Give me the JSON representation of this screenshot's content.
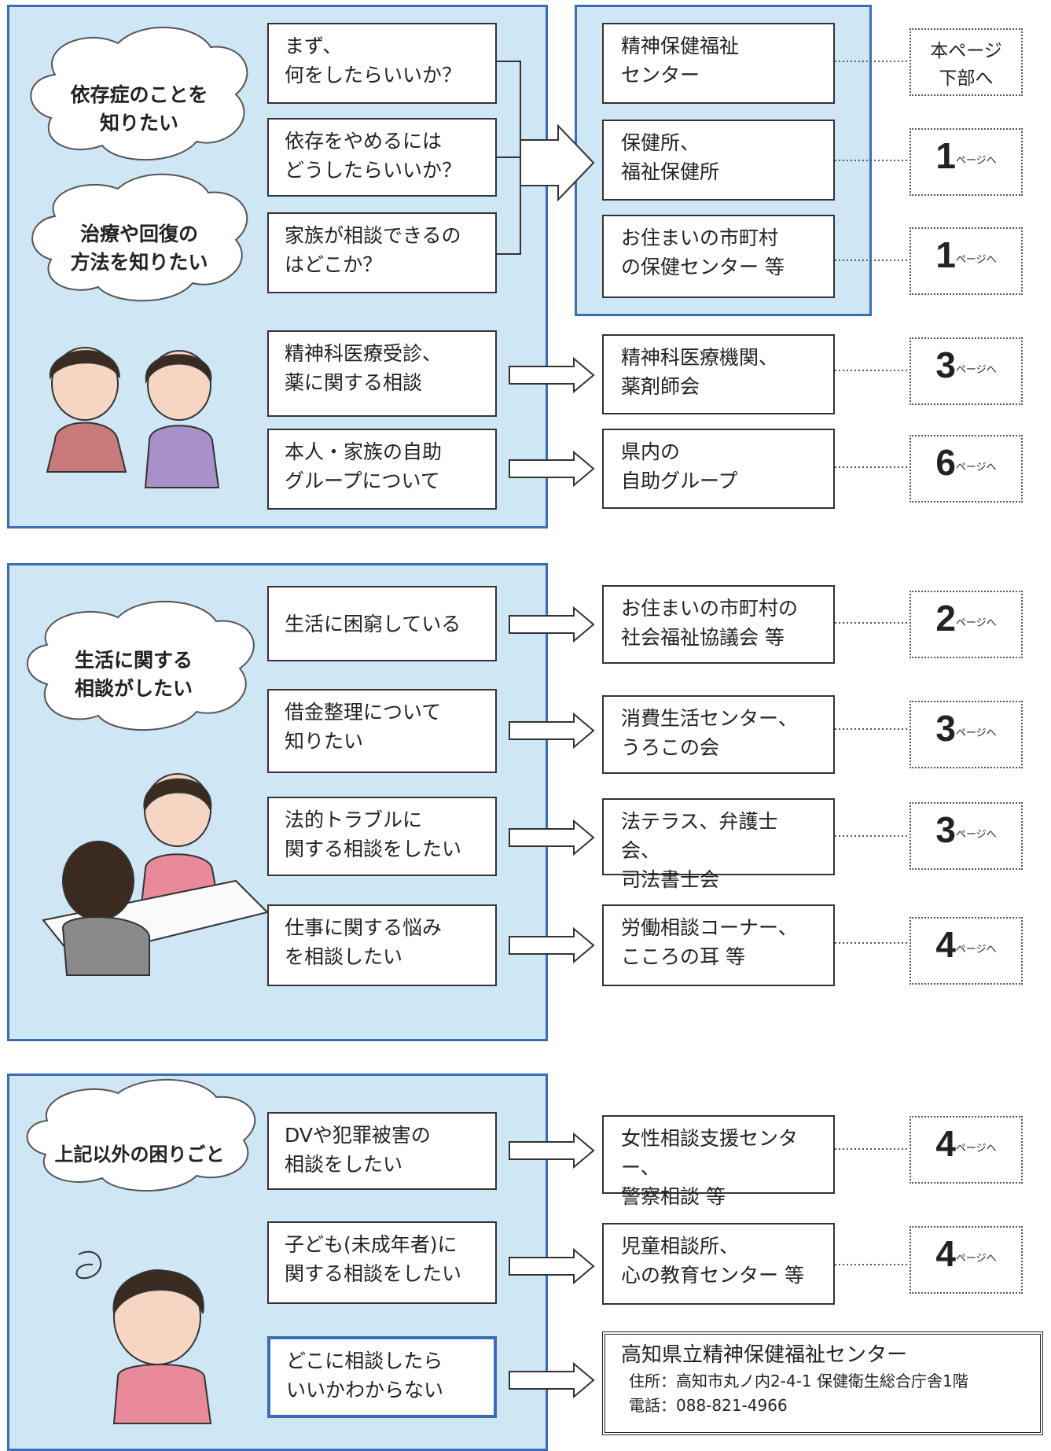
{
  "section1": {
    "clouds": [
      "依存症のことを\n知りたい",
      "治療や回復の\n方法を知りたい"
    ],
    "questions": [
      "まず、\n何をしたらいいか？",
      "依存をやめるには\nどうしたらいいか？",
      "家族が相談できるの\nはどこか？",
      "精神科医療受診、\n薬に関する相談",
      "本人・家族の自助\nグループについて"
    ],
    "destinations": [
      "精神保健福祉\nセンター",
      "保健所、\n福祉保健所",
      "お住まいの市町村\nの保健センター 等",
      "精神科医療機関、\n薬剤師会",
      "県内の\n自助グループ"
    ],
    "pages": [
      "本ページ\n下部へ",
      "1",
      "1",
      "3",
      "6"
    ]
  },
  "section2": {
    "clouds": [
      "生活に関する\n相談がしたい"
    ],
    "questions": [
      "生活に困窮している",
      "借金整理について\n知りたい",
      "法的トラブルに\n関する相談をしたい",
      "仕事に関する悩み\nを相談したい"
    ],
    "destinations": [
      "お住まいの市町村の\n社会福祉協議会 等",
      "消費生活センター、\nうろこの会",
      "法テラス、弁護士会、\n司法書士会",
      "労働相談コーナー、\nこころの耳 等"
    ],
    "pages": [
      "2",
      "3",
      "3",
      "4"
    ]
  },
  "section3": {
    "clouds": [
      "上記以外の困りごと"
    ],
    "questions": [
      "DVや犯罪被害の\n相談をしたい",
      "子ども(未成年者)に\n関する相談をしたい",
      "どこに相談したら\nいいかわからない"
    ],
    "destinations": [
      "女性相談支援センター、\n警察相談 等",
      "児童相談所、\n心の教育センター 等"
    ],
    "pages": [
      "4",
      "4"
    ]
  },
  "page_suffix": "ページへ",
  "center_info": {
    "title": "高知県立精神保健福祉センター",
    "address": "住所：高知市丸ノ内2-4-1 保健衛生総合庁舎1階",
    "phone": "電話：088-821-4966"
  },
  "colors": {
    "panel": "#cfe6f5",
    "border": "#3a6db3"
  }
}
